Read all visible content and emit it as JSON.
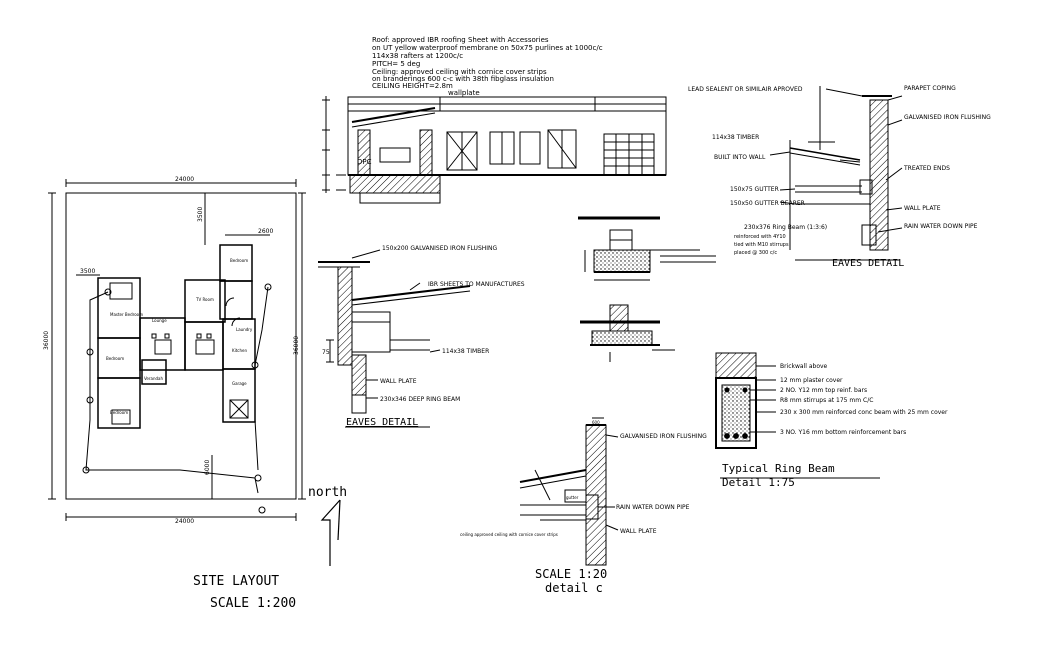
{
  "elevation": {
    "notes": [
      "Roof: approved IBR roofing Sheet with Accessories",
      "on UT yellow waterproof membrane on 50x75 purlines at 1000c/c",
      "114x38 rafters at 1200c/c",
      "PITCH= 5 deg",
      "Ceiling: approved ceiling with cornice cover strips",
      "on branderings 600 c-c with 38th fibglass insulation",
      "CEILING HEIGHT=2.8m"
    ],
    "wallplate": "wallplate",
    "dpc": "DPC"
  },
  "site": {
    "dim_top": "24000",
    "dim_bottom": "24000",
    "dim_left": "36000",
    "dim_right": "36000",
    "dim_a": "3500",
    "dim_b": "2600",
    "dim_c": "3500",
    "dim_d": "6000",
    "title": "SITE LAYOUT",
    "scale": "SCALE 1:200",
    "north": "north",
    "rooms": {
      "master_bedroom": "Master Bedroom",
      "bedroom1": "Bedroom",
      "bedroom2": "Bedroom",
      "bedroom3": "Bedroom",
      "tv_room": "TV Room",
      "kitchen": "Kitchen",
      "laundry": "Laundry",
      "garage": "Garage",
      "verandah": "Verandah",
      "lounge": "Lounge"
    }
  },
  "eaves_left": {
    "labels": [
      "150x200 GALVANISED IRON FLUSHING",
      "IBR SHEETS TO MANUFACTURES",
      "114x38 TIMBER",
      "WALL PLATE",
      "230x346 DEEP RING BEAM"
    ],
    "title": "EAVES DETAIL",
    "dim": "75"
  },
  "eaves_right": {
    "labels": [
      "LEAD SEALENT OR SIMILAIR APROVED",
      "PARAPET COPING",
      "114x38 TIMBER",
      "GALVANISED IRON FLUSHING",
      "BUILT INTO WALL",
      "TREATED ENDS",
      "150x75 GUTTER",
      "WALL PLATE",
      "150x50 GUTTER BEARER",
      "RAIN WATER DOWN PIPE",
      "230x376 Ring Beam (1:3:6)",
      "reinforced with 4Y10",
      "tied with M10 stirrups",
      "placed @ 300 c/c"
    ],
    "title": "EAVES DETAIL"
  },
  "ring_beam": {
    "labels": [
      "Brickwall above",
      "12 mm plaster cover",
      "2 NO. Y12 mm top reinf. bars",
      "R8 mm stirrups at 175 mm C/C",
      "230 x 300 mm reinforced conc beam with 25 mm cover",
      "3 NO. Y16 mm bottom reinforcement bars"
    ],
    "title": "Typical Ring Beam",
    "detail": "Detail 1:75"
  },
  "detail_c": {
    "labels": [
      "GALVANISED IRON FLUSHING",
      "gutter",
      "RAIN WATER DOWN PIPE",
      "WALL PLATE",
      "ceiling approved ceiling with cornice cover strips"
    ],
    "scale": "SCALE 1:20",
    "title": "detail c",
    "dim": "600"
  }
}
